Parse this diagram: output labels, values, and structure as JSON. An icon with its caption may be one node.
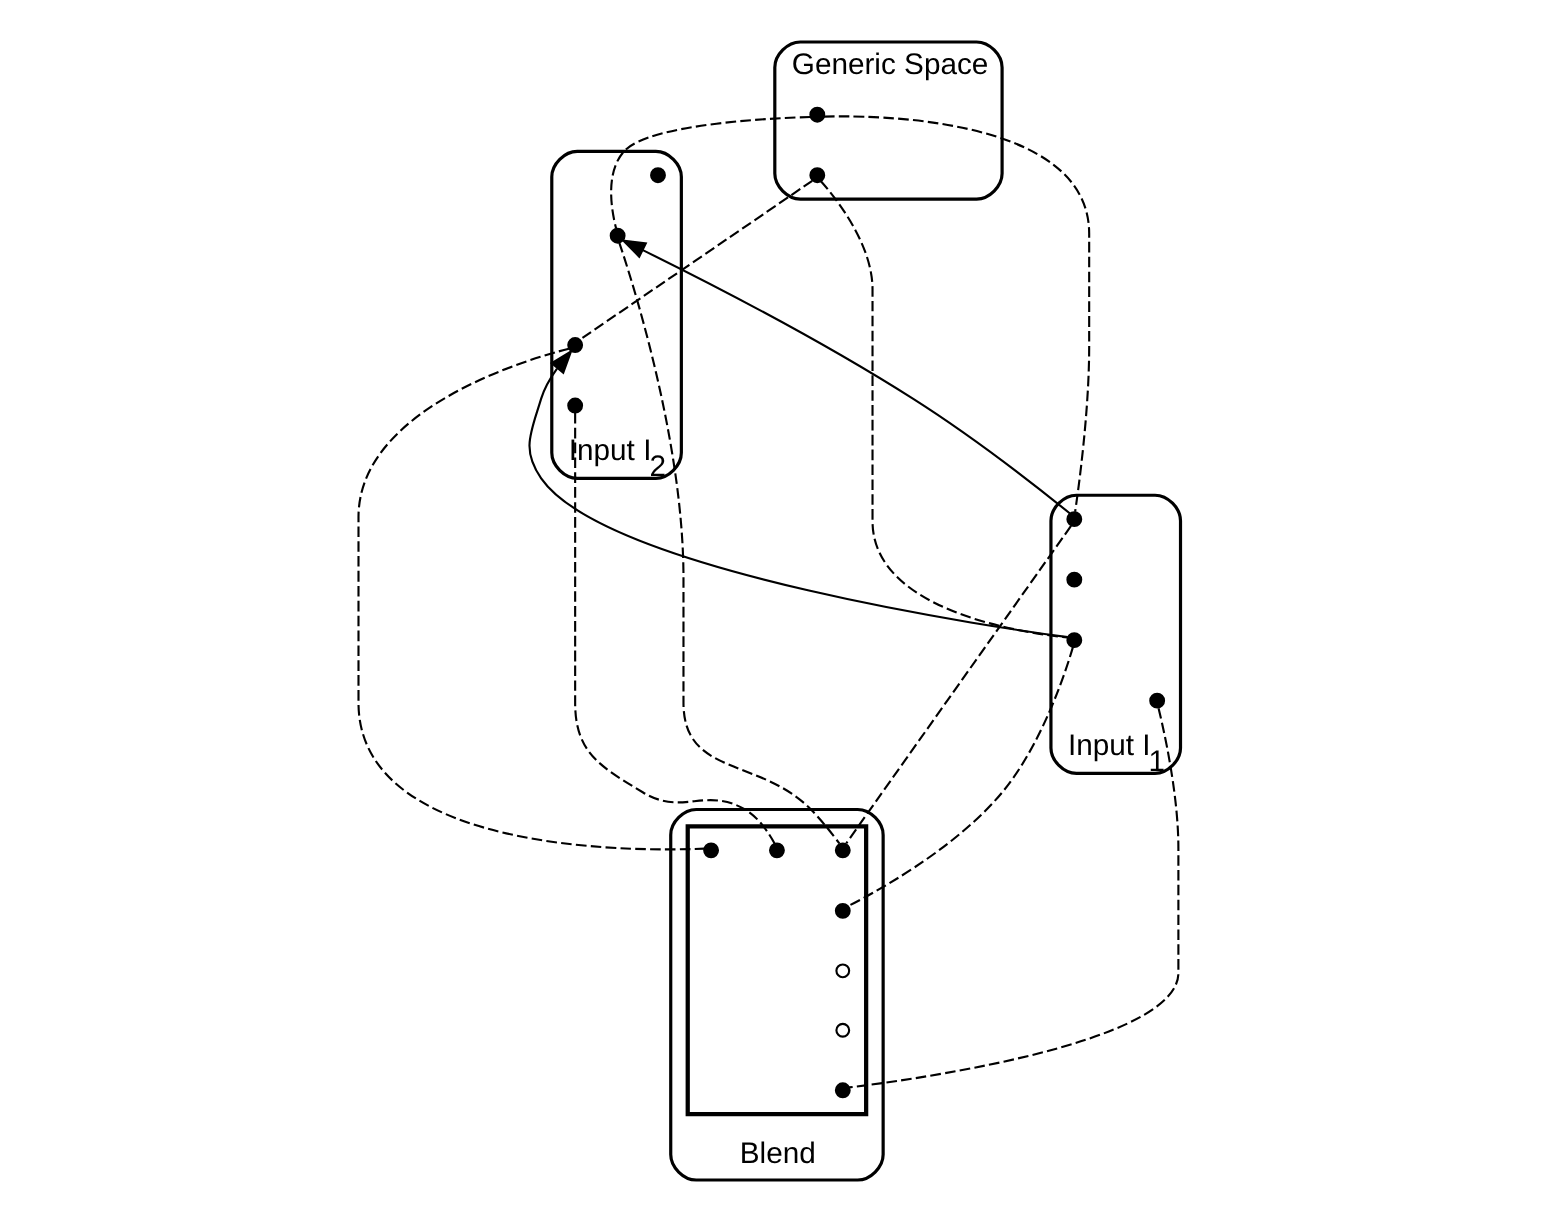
{
  "diagram": {
    "nodes": [
      {
        "text": [
          "Generic Space"
        ]
      },
      {
        "text": [],
        "shape": "dot",
        "in": 0
      },
      {
        "text": [],
        "shape": "dot",
        "in": 0
      },
      {
        "text": [
          "Input I$_{1}$"
        ]
      },
      {
        "text": [],
        "shape": "dot",
        "in": 3
      },
      {
        "text": [],
        "shape": "dot",
        "in": 3
      },
      {
        "text": [],
        "shape": "dot",
        "in": 3
      },
      {
        "text": [],
        "shape": "dot",
        "in": 3
      },
      {
        "text": [
          "Input I$_{2}$"
        ]
      },
      {
        "text": [],
        "shape": "dot",
        "in": 8
      },
      {
        "text": [],
        "shape": "dot",
        "in": 8
      },
      {
        "text": [],
        "shape": "dot",
        "in": 8
      },
      {
        "text": [],
        "shape": "dot",
        "in": 8
      },
      {
        "text": [
          "Blend"
        ]
      },
      {
        "text": [],
        "shape": "box",
        "in": 13
      },
      {
        "text": [],
        "shape": "dot",
        "in": 14
      },
      {
        "text": [],
        "shape": "dot",
        "in": 14
      },
      {
        "text": [],
        "shape": "dot",
        "in": 14
      },
      {
        "text": [],
        "shape": "circle",
        "in": 14
      },
      {
        "text": [],
        "shape": "circle",
        "in": 14
      },
      {
        "text": [],
        "shape": "dot",
        "in": 14
      },
      {
        "text": [],
        "shape": "dot",
        "in": 14
      }
    ],
    "edges": [
      {
        "from": 1,
        "to": 4,
        "arrow": "none",
        "style": "dashed"
      },
      {
        "from": 2,
        "to": 6,
        "arrow": "none",
        "style": "dashed"
      },
      {
        "from": 1,
        "to": 10,
        "arrow": "none",
        "style": "dashed"
      },
      {
        "from": 2,
        "to": 11,
        "arrow": "none",
        "style": "dashed"
      },
      {
        "from": 4,
        "to": 10,
        "arrow": "to"
      },
      {
        "from": 6,
        "to": 11,
        "arrow": "to"
      },
      {
        "from": 4,
        "to": 15,
        "arrow": "none",
        "style": "dashed"
      },
      {
        "from": 6,
        "to": 16,
        "arrow": "none",
        "style": "dashed"
      },
      {
        "from": 7,
        "to": 20,
        "arrow": "none",
        "style": "dashed"
      },
      {
        "from": 10,
        "to": 15,
        "arrow": "none",
        "style": "dashed"
      },
      {
        "from": 11,
        "to": 17,
        "arrow": "none",
        "style": "dashed"
      },
      {
        "from": 12,
        "to": 21,
        "arrow": "none",
        "style": "dashed"
      }
    ]
  }
}
